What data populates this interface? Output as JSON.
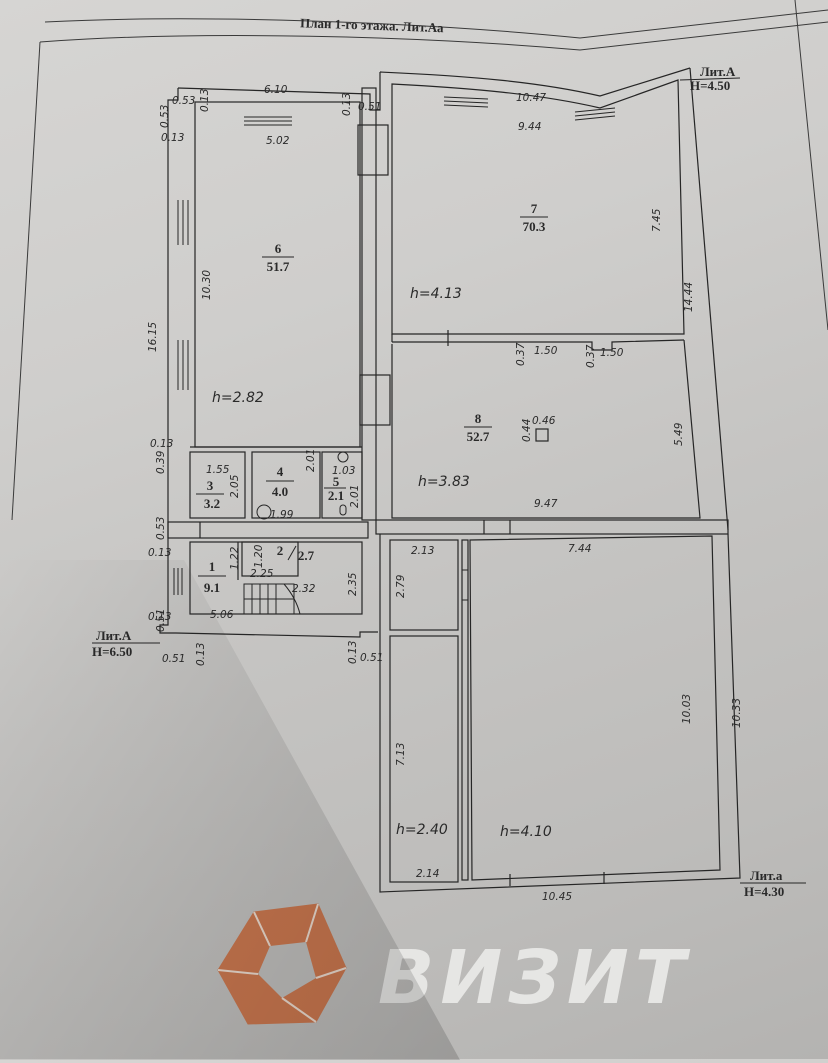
{
  "plan": {
    "title": "План 1-го этажа. Лит.Аа",
    "literals": [
      {
        "name": "Лит.А",
        "height": "Н=6.50"
      },
      {
        "name": "Лит.А",
        "height": "Н=4.50"
      },
      {
        "name": "Лит.а",
        "height": "Н=4.30"
      }
    ],
    "rooms": [
      {
        "number": "1",
        "area": "9.1"
      },
      {
        "number": "2",
        "area": "2.7"
      },
      {
        "number": "3",
        "area": "3.2"
      },
      {
        "number": "4",
        "area": "4.0"
      },
      {
        "number": "5",
        "area": "2.1"
      },
      {
        "number": "6",
        "area": "51.7"
      },
      {
        "number": "7",
        "area": "70.3"
      },
      {
        "number": "8",
        "area": "52.7"
      }
    ],
    "ceiling_heights": [
      "h=2.82",
      "h=4.13",
      "h=3.83",
      "h=2.40",
      "h=4.10"
    ],
    "dimensions": {
      "top_left_outer": "6.10",
      "top_left_inner": "5.02",
      "top_right_outer": "10.47",
      "top_right_inner": "9.44",
      "left_outer": "16.15",
      "room6_height": "10.30",
      "right_outer_upper": "14.44",
      "room7_height": "7.45",
      "room8_height": "5.49",
      "room8_width": "9.47",
      "right_lower_inner": "10.03",
      "right_lower_outer": "10.33",
      "lower_width": "7.44",
      "small_room_width": "2.13",
      "small_room_height": "2.79",
      "narrow_room_height": "7.13",
      "narrow_room_width": "2.14",
      "bottom_outer": "10.45",
      "room3_width": "1.55",
      "room3_height": "2.05",
      "room4_height": "2.01",
      "room4_width": "1.99",
      "room5_width": "1.03",
      "room5_height": "2.01",
      "room1_height": "1.22",
      "room2_height": "1.20",
      "room2_width": "2.25",
      "stair": "2.32",
      "room1_width": "5.06",
      "hall_height": "2.35",
      "pillar_w": "0.46",
      "pillar_h": "0.44",
      "opening_a_w": "1.50",
      "opening_a_d": "0.37",
      "opening_b_w": "1.50",
      "opening_b_d": "0.37",
      "wall_053_a": "0.53",
      "wall_053_b": "0.53",
      "wall_013_a": "0.13",
      "wall_013_b": "0.13",
      "wall_013_c": "0.13",
      "wall_051_a": "0.51",
      "wall_013_d": "0.13",
      "wall_039": "0.39",
      "wall_053_c": "0.53",
      "wall_013_e": "0.13",
      "wall_013_f": "0.13",
      "wall_051_b": "0.51",
      "wall_051_c": "0.51",
      "wall_013_g": "0.13",
      "wall_013_h": "0.13",
      "wall_051_d": "0.51"
    }
  },
  "watermark": {
    "brand": "ВИЗИТ",
    "logo_color": "#c8764e",
    "text_color": "#e6e6e4"
  }
}
